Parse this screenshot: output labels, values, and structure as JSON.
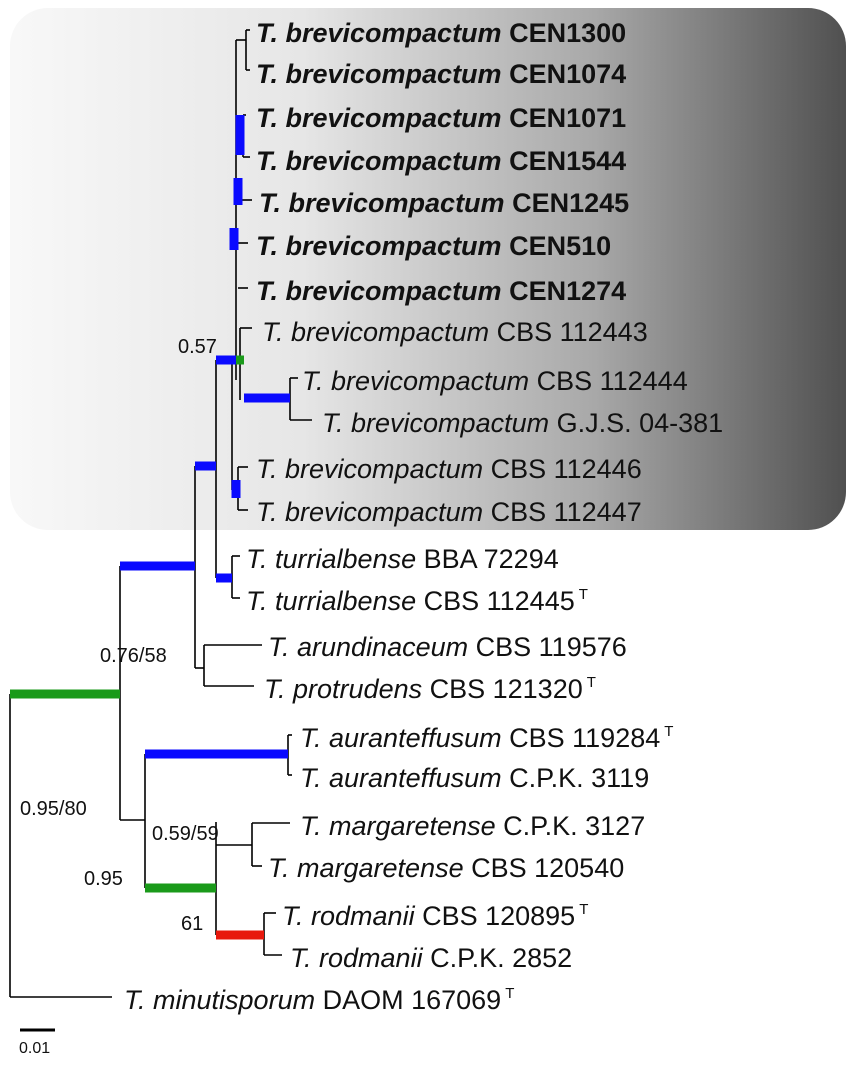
{
  "colors": {
    "support_high": "#0a0aff",
    "support_mid": "#1a9a1a",
    "support_low": "#e8180c",
    "branch": "#000000",
    "clade_shade_light": "#f7f7f7",
    "clade_shade_dark": "#4a4a4a"
  },
  "taxa": [
    {
      "genus": "T. brevicompactum",
      "strain": "CEN1300",
      "type": false,
      "bold": true
    },
    {
      "genus": "T. brevicompactum",
      "strain": "CEN1074",
      "type": false,
      "bold": true
    },
    {
      "genus": "T. brevicompactum",
      "strain": "CEN1071",
      "type": false,
      "bold": true
    },
    {
      "genus": "T. brevicompactum",
      "strain": "CEN1544",
      "type": false,
      "bold": true
    },
    {
      "genus": "T. brevicompactum",
      "strain": "CEN1245",
      "type": false,
      "bold": true
    },
    {
      "genus": "T. brevicompactum",
      "strain": "CEN510",
      "type": false,
      "bold": true
    },
    {
      "genus": "T. brevicompactum",
      "strain": "CEN1274",
      "type": false,
      "bold": true
    },
    {
      "genus": "T. brevicompactum",
      "strain": "CBS 112443",
      "type": false,
      "bold": false
    },
    {
      "genus": "T. brevicompactum",
      "strain": "CBS 112444",
      "type": false,
      "bold": false
    },
    {
      "genus": "T. brevicompactum",
      "strain": "G.J.S. 04-381",
      "type": false,
      "bold": false
    },
    {
      "genus": "T. brevicompactum",
      "strain": "CBS 112446",
      "type": false,
      "bold": false
    },
    {
      "genus": "T. brevicompactum",
      "strain": "CBS 112447",
      "type": false,
      "bold": false
    },
    {
      "genus": "T. turrialbense",
      "strain": "BBA 72294",
      "type": false,
      "bold": false
    },
    {
      "genus": "T. turrialbense",
      "strain": "CBS 112445",
      "type": true,
      "bold": false
    },
    {
      "genus": "T. arundinaceum",
      "strain": "CBS 119576",
      "type": false,
      "bold": false
    },
    {
      "genus": "T. protrudens",
      "strain": "CBS 121320",
      "type": true,
      "bold": false
    },
    {
      "genus": "T. auranteffusum",
      "strain": "CBS 119284",
      "type": true,
      "bold": false
    },
    {
      "genus": "T. auranteffusum",
      "strain": "C.P.K. 3119",
      "type": false,
      "bold": false
    },
    {
      "genus": "T. margaretense",
      "strain": "C.P.K. 3127",
      "type": false,
      "bold": false
    },
    {
      "genus": "T. margaretense",
      "strain": "CBS 120540",
      "type": false,
      "bold": false
    },
    {
      "genus": "T. rodmanii",
      "strain": "CBS 120895",
      "type": true,
      "bold": false
    },
    {
      "genus": "T. rodmanii",
      "strain": "C.P.K. 2852",
      "type": false,
      "bold": false
    },
    {
      "genus": "T. minutisporum",
      "strain": "DAOM 167069",
      "type": true,
      "bold": false
    }
  ],
  "type_marker": "T",
  "support_labels": [
    "0.57",
    "0.76/58",
    "0.95/80",
    "0.59/59",
    "0.95",
    "61"
  ],
  "scale_bar": {
    "label": "0.01"
  }
}
